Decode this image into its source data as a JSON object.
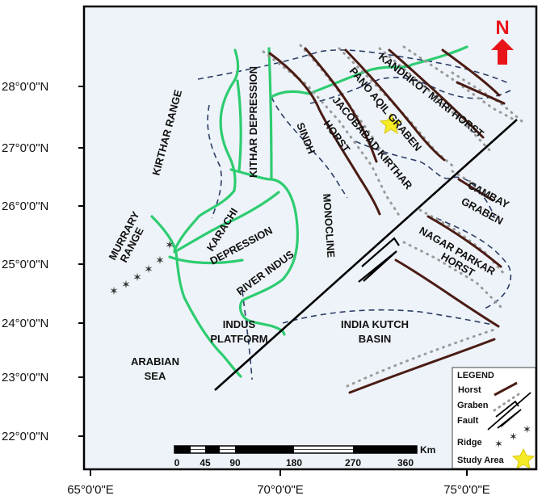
{
  "map": {
    "latitude_labels": [
      "28°0'0\"N",
      "27°0'0\"N",
      "26°0'0\"N",
      "25°0'0\"N",
      "24°0'0\"N",
      "23°0'0\"N",
      "22°0'0\"N"
    ],
    "longitude_labels": [
      "65°0'0\"E",
      "70°0'0\"E",
      "75°0'0\"E"
    ],
    "north_label": "N",
    "colors": {
      "frame": "#000000",
      "basin_fill": "#eef3f9",
      "indus_river": "#2ecc71",
      "basin_outline": "#2c3e66",
      "horst_fault": "#4a1c14",
      "graben_dots": "#999999",
      "main_fault": "#000000",
      "north_arrow": "#e8141a",
      "study_area_star": "#f5ec26"
    },
    "regions": {
      "kirthar_range": "KIRTHAR RANGE",
      "kithar_depression": "KITHAR DEPRESSION",
      "kandhkot_mari_horst": "KANDHKOT MARI HORST",
      "pano_aqil_graben": "PANO AQIL GRABEN",
      "jacobabad_kirthar_horst_1": "JACOBABAD KIRTHAR",
      "jacobabad_kirthar_horst_2": "HORST",
      "sindh": "SINDH",
      "monocline": "MONOCLINE",
      "cambay_graben_1": "CAMBAY",
      "cambay_graben_2": "GRABEN",
      "karachi_depression_1": "KARACHI",
      "karachi_depression_2": "DEPRESSION",
      "murrary_range_1": "MURRARY",
      "murrary_range_2": "RANGE",
      "river_indus": "RIVER INDUS",
      "nagar_parkar_horst_1": "NAGAR PARKAR",
      "nagar_parkar_horst_2": "HORST",
      "indus_platform_1": "INDUS",
      "indus_platform_2": "PLATFORM",
      "india_kutch_basin_1": "INDIA KUTCH",
      "india_kutch_basin_2": "BASIN",
      "arabian_sea_1": "ARABIAN",
      "arabian_sea_2": "SEA"
    },
    "legend": {
      "title": "LEGEND",
      "horst": "Horst",
      "graben": "Graben",
      "fault": "Fault",
      "ridge": "Ridge",
      "study_area": "Study Area"
    },
    "scale_bar": {
      "unit": "Km",
      "labels": [
        "0",
        "45",
        "90",
        "180",
        "270",
        "360"
      ]
    }
  }
}
